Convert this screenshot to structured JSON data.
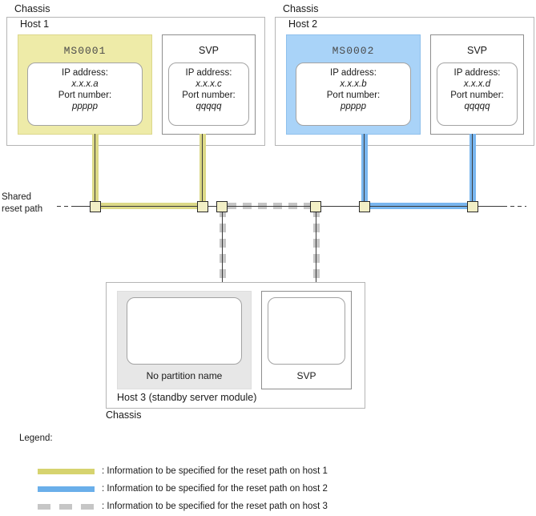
{
  "colors": {
    "host1_path": "#d6d36f",
    "host2_path": "#6aafea",
    "host3_path": "#c6c6c6",
    "module1_fill": "#eeeba8",
    "module2_fill": "#a9d3f8",
    "connector_fill": "#f2efc6",
    "standby_fill": "#e7e7e7",
    "line": "#3a3a3a"
  },
  "chassis1": {
    "chassis_label": "Chassis",
    "host_label": "Host 1",
    "module": {
      "title": "MS0001",
      "ip_label": "IP address:",
      "ip_value": "x.x.x.a",
      "port_label": "Port number:",
      "port_value": "ppppp"
    },
    "svp": {
      "title": "SVP",
      "ip_label": "IP address:",
      "ip_value": "x.x.x.c",
      "port_label": "Port number:",
      "port_value": "qqqqq"
    }
  },
  "chassis2": {
    "chassis_label": "Chassis",
    "host_label": "Host 2",
    "module": {
      "title": "MS0002",
      "ip_label": "IP address:",
      "ip_value": "x.x.x.b",
      "port_label": "Port number:",
      "port_value": "ppppp"
    },
    "svp": {
      "title": "SVP",
      "ip_label": "IP address:",
      "ip_value": "x.x.x.d",
      "port_label": "Port number:",
      "port_value": "qqqqq"
    }
  },
  "chassis3": {
    "chassis_label": "Chassis",
    "host_label": "Host 3 (standby server module)",
    "module_label": "No partition name",
    "svp_label": "SVP"
  },
  "shared_path": {
    "label_line1": "Shared",
    "label_line2": "reset path"
  },
  "legend": {
    "title": "Legend:",
    "items": [
      {
        "host": "host1",
        "label": ": Information to be specified for the reset path on host 1"
      },
      {
        "host": "host2",
        "label": ": Information to be specified for the reset path on host 2"
      },
      {
        "host": "host3",
        "label": ": Information to be specified for the reset path on host 3"
      }
    ]
  }
}
